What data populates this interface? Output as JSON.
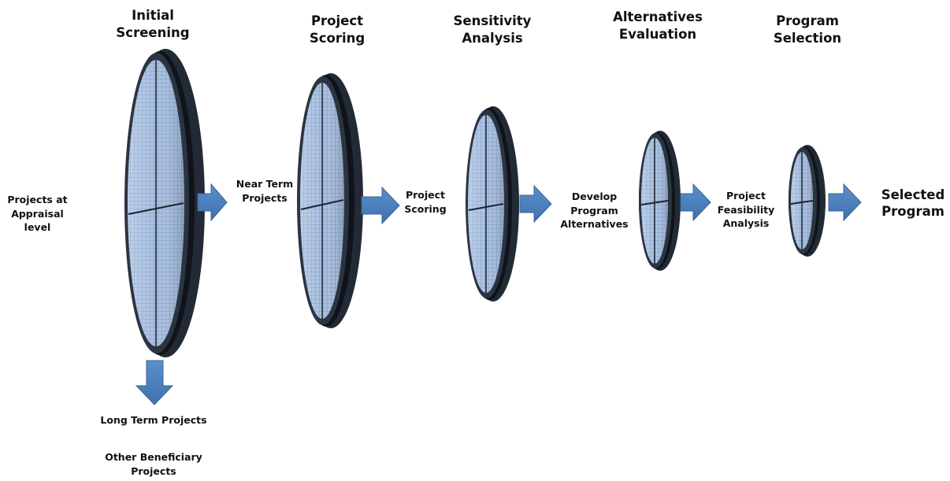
{
  "stages": [
    {
      "title": "Initial\nScreening"
    },
    {
      "title": "Project\nScoring"
    },
    {
      "title": "Sensitivity\nAnalysis"
    },
    {
      "title": "Alternatives\nEvaluation"
    },
    {
      "title": "Program\nSelection"
    }
  ],
  "inputs": {
    "start": "Projects at\nAppraisal\nlevel",
    "after_screening": "Near Term\nProjects",
    "after_scoring": "Project\nScoring",
    "after_sensitivity": "Develop\nProgram\nAlternatives",
    "after_alternatives": "Project\nFeasibility\nAnalysis",
    "result": "Selected\nProgram"
  },
  "branch": {
    "long_term": "Long Term Projects",
    "other": "Other Beneficiary\nProjects"
  },
  "colors": {
    "arrow": "#4f81bd",
    "arrow_edge": "#3a6597",
    "filter_rim": "#1c2430",
    "filter_mesh": "#9db6d8"
  }
}
